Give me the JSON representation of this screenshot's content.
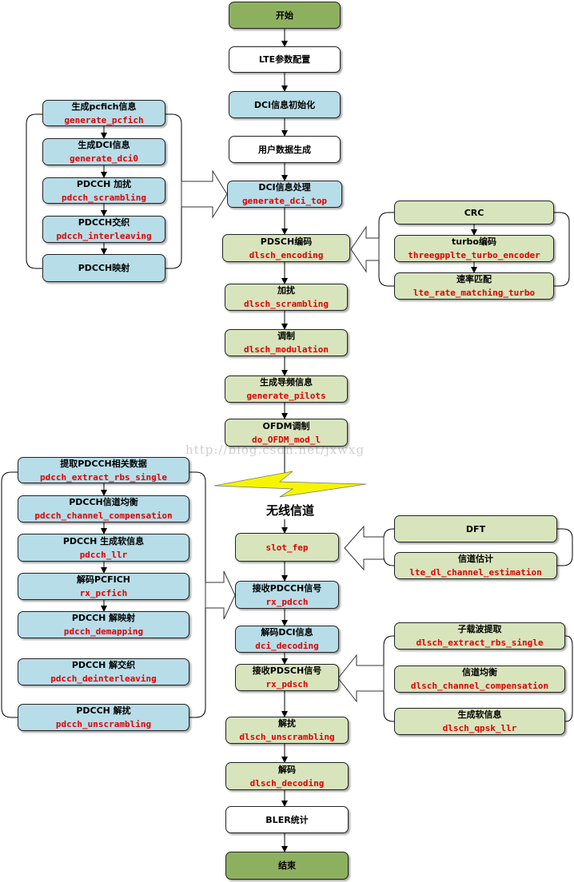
{
  "main_flow": [
    {
      "title": "开始"
    },
    {
      "title": "LTE参数配置"
    },
    {
      "title": "DCI信息初始化"
    },
    {
      "title": "用户数据生成"
    },
    {
      "title": "DCI信息处理",
      "code": "generate_dci_top"
    },
    {
      "title": "PDSCH编码",
      "code": "dlsch_encoding"
    },
    {
      "title": "加扰",
      "code": "dlsch_scrambling"
    },
    {
      "title": "调制",
      "code": "dlsch_modulation"
    },
    {
      "title": "生成导频信息",
      "code": "generate_pilots"
    },
    {
      "title": "OFDM调制",
      "code": "do_OFDM_mod_l"
    },
    {
      "title": "slot_fep"
    },
    {
      "title": "接收PDCCH信号",
      "code": "rx_pdcch"
    },
    {
      "title": "解码DCI信息",
      "code": "dci_decoding"
    },
    {
      "title": "接收PDSCH信号",
      "code": "rx_pdsch"
    },
    {
      "title": "解扰",
      "code": "dlsch_unscrambling"
    },
    {
      "title": "解码",
      "code": "dlsch_decoding"
    },
    {
      "title": "BLER统计"
    },
    {
      "title": "结束"
    }
  ],
  "channel_label": "无线信道",
  "watermark": "http://blog.csdn.net/jxwxg",
  "dci_group": [
    {
      "title": "生成pcfich信息",
      "code": "generate_pcfich"
    },
    {
      "title": "生成DCI信息",
      "code": "generate_dci0"
    },
    {
      "title": "PDCCH 加扰",
      "code": "pdcch_scrambling"
    },
    {
      "title": "PDCCH交织",
      "code": "pdcch_interleaving"
    },
    {
      "title": "PDCCH映射"
    }
  ],
  "encode_group": [
    {
      "title": "CRC"
    },
    {
      "title": "turbo编码",
      "code": "threegpplte_turbo_encoder"
    },
    {
      "title": "速率匹配",
      "code": "lte_rate_matching_turbo"
    }
  ],
  "pdcch_rx_group": [
    {
      "title": "提取PDCCH相关数据",
      "code": "pdcch_extract_rbs_single"
    },
    {
      "title": "PDCCH信道均衡",
      "code": "pdcch_channel_compensation"
    },
    {
      "title": "PDCCH 生成软信息",
      "code": "pdcch_llr"
    },
    {
      "title": "解码PCFICH",
      "code": "rx_pcfich"
    },
    {
      "title": "PDCCH 解映射",
      "code": "pdcch_demapping"
    },
    {
      "title": "PDCCH 解交织",
      "code": "pdcch_deinterleaving"
    },
    {
      "title": "PDCCH 解扰",
      "code": "pdcch_unscrambling"
    }
  ],
  "fep_group": [
    {
      "title": "DFT"
    },
    {
      "title": "信道估计",
      "code": "lte_dl_channel_estimation"
    }
  ],
  "pdsch_rx_group": [
    {
      "title": "子载波提取",
      "code": "dlsch_extract_rbs_single"
    },
    {
      "title": "信道均衡",
      "code": "dlsch_channel_compensation"
    },
    {
      "title": "生成软信息",
      "code": "dlsch_qpsk_llr"
    }
  ],
  "colors": {
    "start_end_fill": "#8db05f",
    "green_fill": "#d8e4bc",
    "blue_fill": "#b7dde8",
    "code_text": "#e00000",
    "lightning": "#f5f500"
  }
}
